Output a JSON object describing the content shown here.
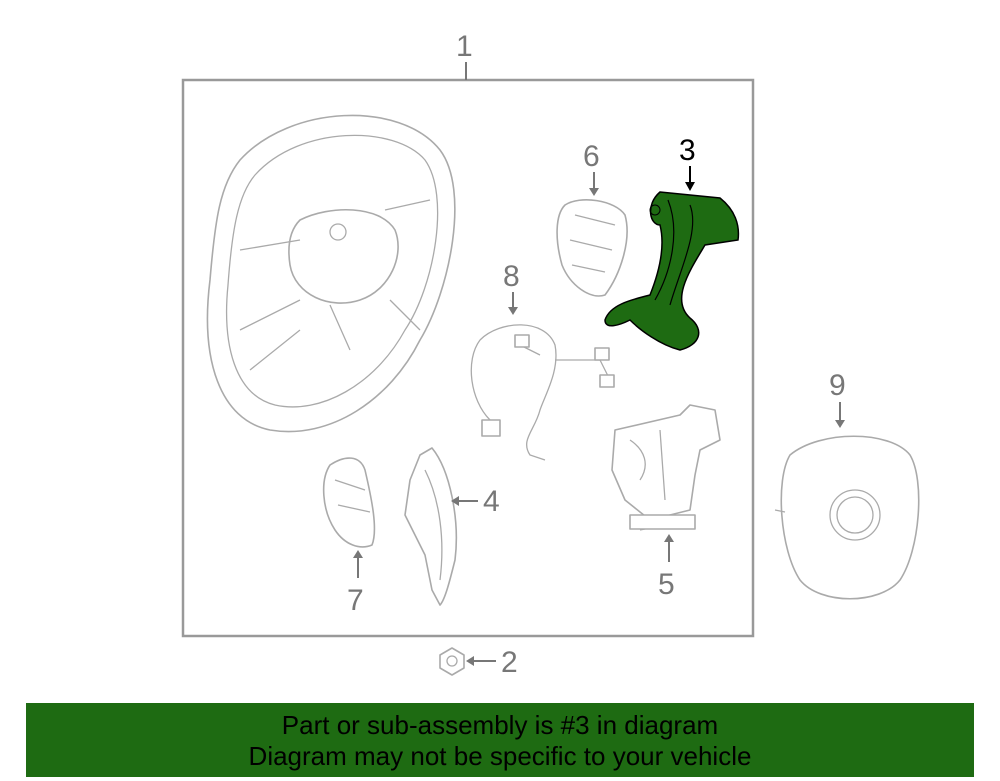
{
  "diagram": {
    "callouts": [
      {
        "number": "1",
        "part": "steering-wheel-assembly"
      },
      {
        "number": "2",
        "part": "nut"
      },
      {
        "number": "3",
        "part": "trim-cover",
        "highlighted": true
      },
      {
        "number": "4",
        "part": "lower-trim"
      },
      {
        "number": "5",
        "part": "bracket"
      },
      {
        "number": "6",
        "part": "switch"
      },
      {
        "number": "7",
        "part": "switch"
      },
      {
        "number": "8",
        "part": "wire-harness"
      },
      {
        "number": "9",
        "part": "airbag-module"
      }
    ],
    "highlight_color": "#1e6b12"
  },
  "banner": {
    "line1": "Part or sub-assembly is #3 in diagram",
    "line2": "Diagram may not be specific to your vehicle"
  }
}
